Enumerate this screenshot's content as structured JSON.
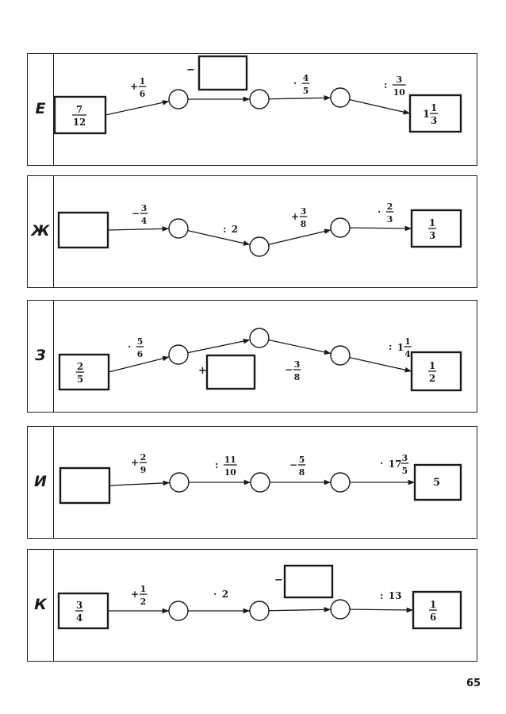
{
  "page_number": "65",
  "panels": [
    {
      "letter": "Е",
      "start": {
        "frac": [
          "7",
          "12"
        ]
      },
      "nodes": [
        {
          "op": {
            "sign": "+",
            "frac": [
              "1",
              "6"
            ]
          }
        },
        {
          "op": {
            "sign": "−"
          },
          "blank": true
        },
        {
          "op": {
            "sign": "·",
            "frac": [
              "4",
              "5"
            ]
          }
        },
        {
          "op": {
            "sign": ":",
            "frac": [
              "3",
              "10"
            ]
          }
        }
      ],
      "end": {
        "whole": "1",
        "frac": [
          "1",
          "3"
        ]
      }
    },
    {
      "letter": "Ж",
      "start": {
        "blank": true
      },
      "nodes": [
        {
          "op": {
            "sign": "−",
            "frac": [
              "3",
              "4"
            ]
          }
        },
        {
          "op": {
            "sign": ":",
            "text": "2"
          }
        },
        {
          "op": {
            "sign": "+",
            "frac": [
              "3",
              "8"
            ]
          }
        },
        {
          "op": {
            "sign": "·",
            "frac": [
              "2",
              "3"
            ]
          }
        }
      ],
      "end": {
        "frac": [
          "1",
          "3"
        ]
      }
    },
    {
      "letter": "З",
      "start": {
        "frac": [
          "2",
          "5"
        ]
      },
      "nodes": [
        {
          "op": {
            "sign": "·",
            "frac": [
              "5",
              "6"
            ]
          }
        },
        {
          "op": {
            "sign": "+"
          },
          "blank": true
        },
        {
          "op": {
            "sign": "−",
            "frac": [
              "3",
              "8"
            ]
          }
        },
        {
          "op": {
            "sign": ":",
            "whole": "1",
            "frac": [
              "1",
              "4"
            ]
          }
        }
      ],
      "end": {
        "frac": [
          "1",
          "2"
        ]
      }
    },
    {
      "letter": "И",
      "start": {
        "blank": true
      },
      "nodes": [
        {
          "op": {
            "sign": "+",
            "frac": [
              "2",
              "9"
            ]
          }
        },
        {
          "op": {
            "sign": ":",
            "frac": [
              "11",
              "10"
            ]
          }
        },
        {
          "op": {
            "sign": "−",
            "frac": [
              "5",
              "8"
            ]
          }
        },
        {
          "op": {
            "sign": "·",
            "whole": "17",
            "frac": [
              "3",
              "5"
            ]
          }
        }
      ],
      "end": {
        "text": "5"
      }
    },
    {
      "letter": "К",
      "start": {
        "frac": [
          "3",
          "4"
        ]
      },
      "nodes": [
        {
          "op": {
            "sign": "+",
            "frac": [
              "1",
              "2"
            ]
          }
        },
        {
          "op": {
            "sign": "·",
            "text": "2"
          }
        },
        {
          "op": {
            "sign": "−"
          },
          "blank": true
        },
        {
          "op": {
            "sign": ":",
            "text": "13"
          }
        }
      ],
      "end": {
        "frac": [
          "1",
          "6"
        ]
      }
    }
  ]
}
